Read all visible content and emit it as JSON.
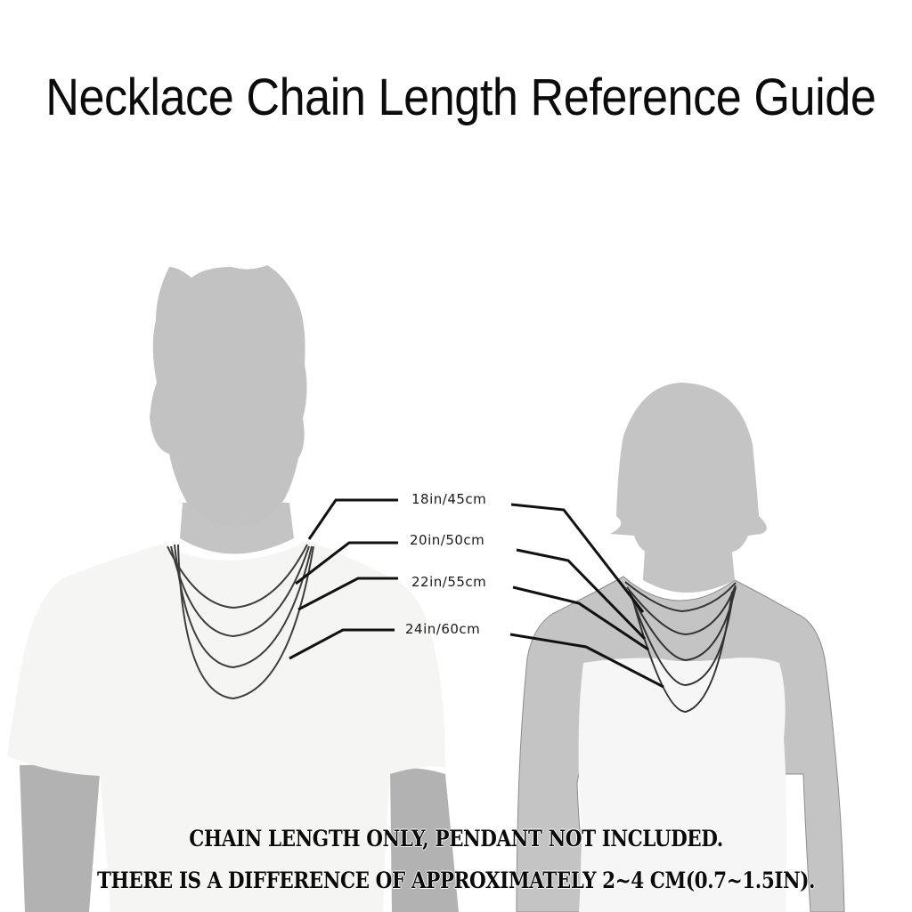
{
  "title": "Necklace Chain Length Reference Guide",
  "lengths": [
    {
      "label": "18in/45cm",
      "inches": 18,
      "cm": 45
    },
    {
      "label": "20in/50cm",
      "inches": 20,
      "cm": 50
    },
    {
      "label": "22in/55cm",
      "inches": 22,
      "cm": 55
    },
    {
      "label": "24in/60cm",
      "inches": 24,
      "cm": 60
    }
  ],
  "figures": [
    {
      "name": "man-silhouette"
    },
    {
      "name": "woman-silhouette"
    }
  ],
  "notes": {
    "line1": "Chain length only, pendant not included.",
    "line2": "There is a difference of approximately 2~4 cm(0.7~1.5in)."
  },
  "colors": {
    "background": "#ffffff",
    "silhouette": "#c4c4c4",
    "arm": "#b4b4b4",
    "shirt": "#f5f5f3",
    "chain": "#3a3a3a",
    "leader": "#111111",
    "text": "#0b0b0b"
  }
}
